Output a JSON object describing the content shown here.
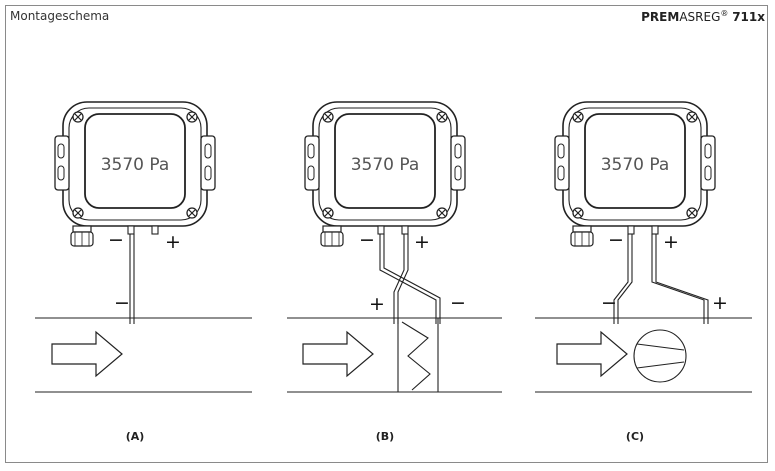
{
  "header": {
    "left": "Montageschema",
    "right_brand_bold": "PREM",
    "right_brand": "ASREG",
    "right_reg": "®",
    "right_model": "711x"
  },
  "device_display": "3570 Pa",
  "signs": {
    "minus": "−",
    "plus": "+"
  },
  "panels": [
    {
      "label": "(A)"
    },
    {
      "label": "(B)"
    },
    {
      "label": "(C)"
    }
  ]
}
